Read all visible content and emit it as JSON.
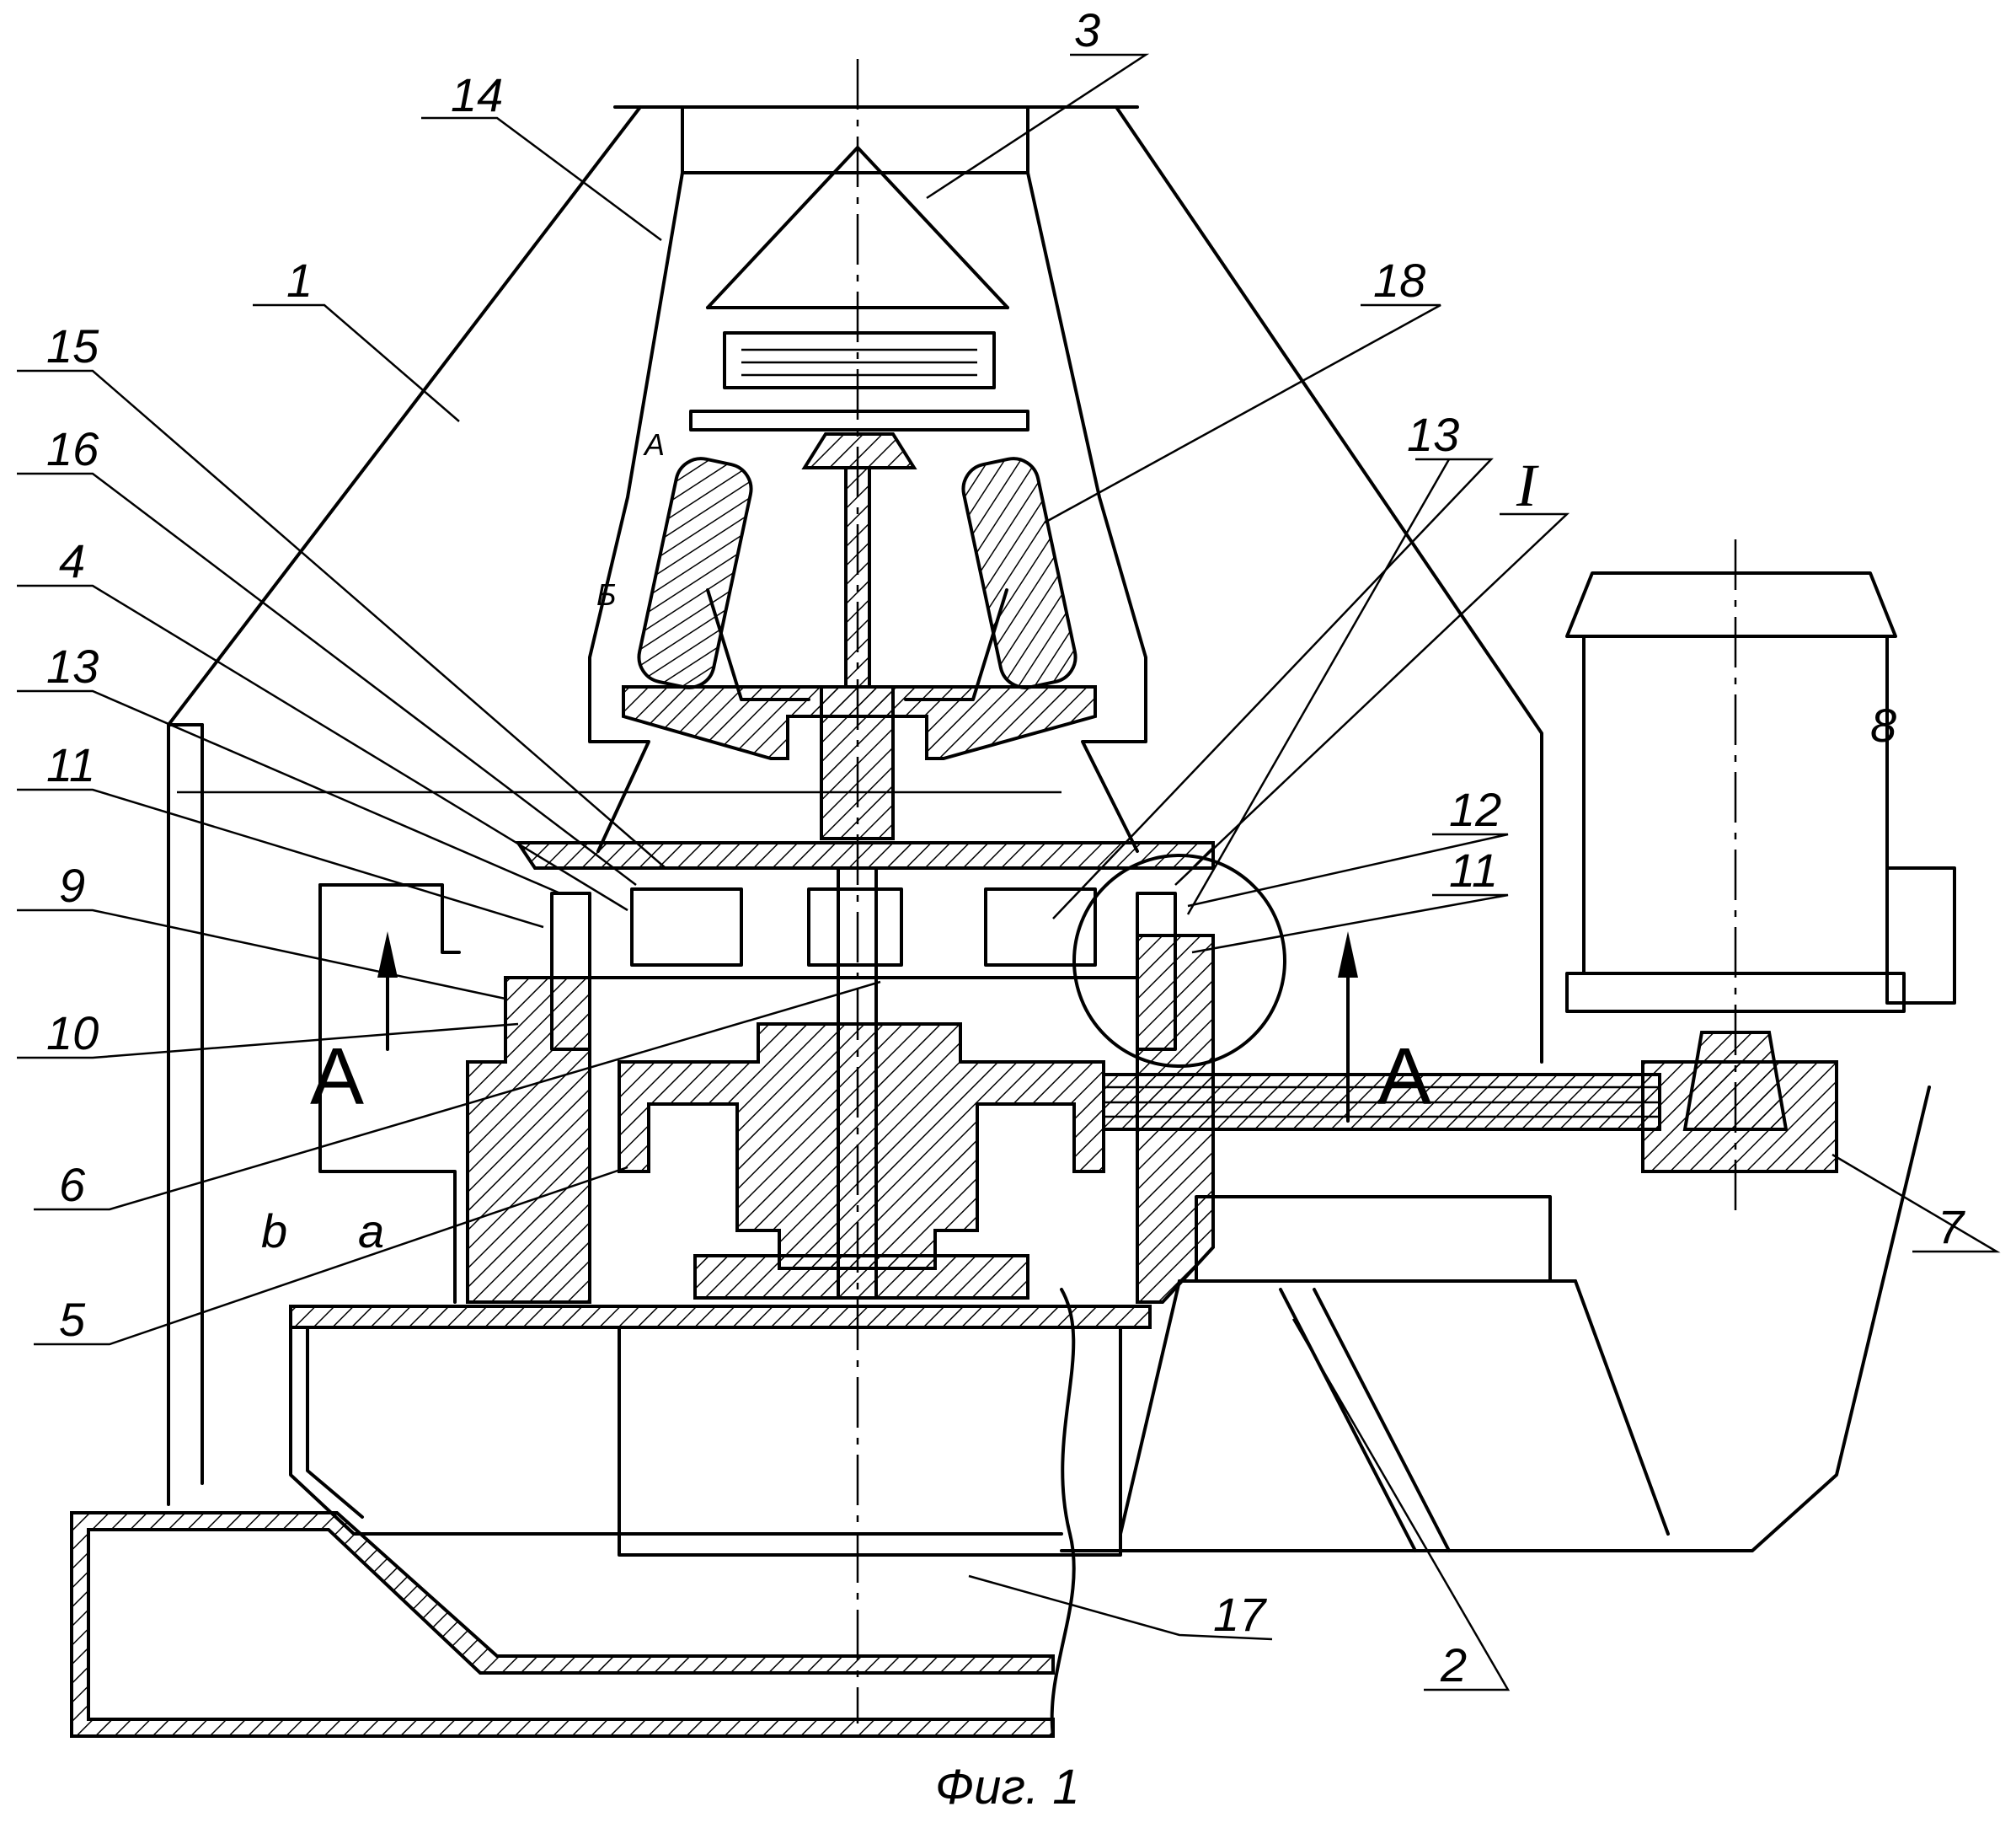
{
  "figure": {
    "caption": "Фиг. 1",
    "callouts": {
      "n1": "1",
      "n2": "2",
      "n3": "3",
      "n4": "4",
      "n5": "5",
      "n6": "6",
      "n7": "7",
      "n8": "8",
      "n9": "9",
      "n10": "10",
      "n11_left": "11",
      "n11_right": "11",
      "n12": "12",
      "n13_left": "13",
      "n13_right": "13",
      "n14": "14",
      "n15": "15",
      "n16": "16",
      "n17": "17",
      "n18": "18",
      "detail_I": "I"
    },
    "section_marks": {
      "left": "A",
      "right": "A"
    },
    "zone_labels": {
      "a": "a",
      "b": "b",
      "upper_A": "A",
      "upper_B": "Б"
    }
  },
  "colors": {
    "ink": "#000000",
    "paper": "#ffffff"
  }
}
